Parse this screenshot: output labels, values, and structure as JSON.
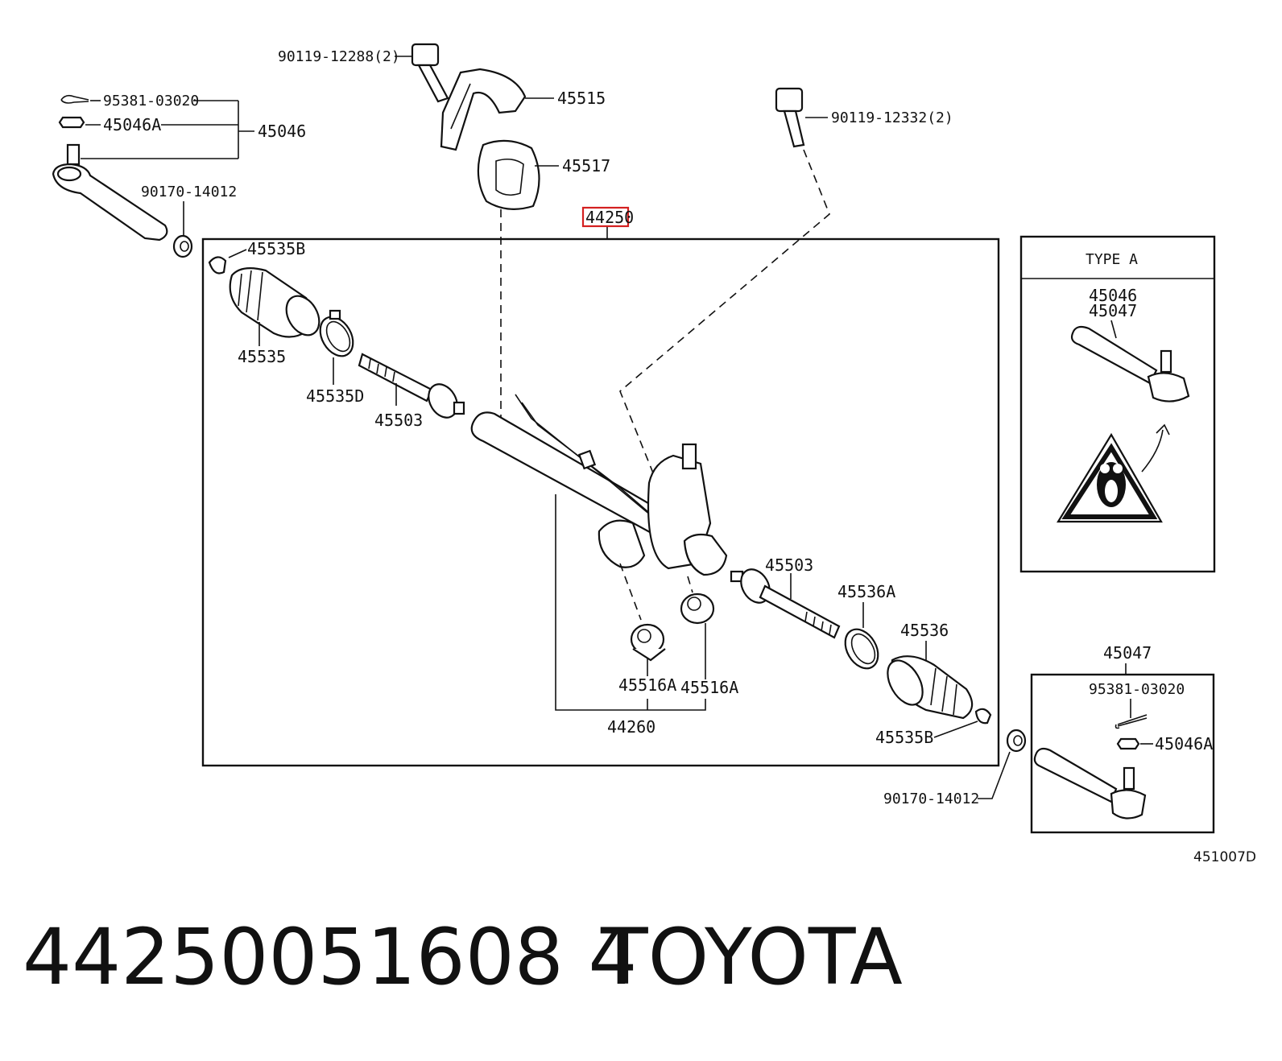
{
  "labels": {
    "bolt_top_left": "90119-12288(2)",
    "bracket": "45515",
    "cotter_pin_left": "95381-03020",
    "nut_left": "45046A",
    "tie_rod_end_group": "45046",
    "grommet": "45517",
    "bolt_top_right": "90119-12332(2)",
    "nut_lock_left": "90170-14012",
    "assembly_highlight": "44250",
    "boot_clamp_left_small": "45535B",
    "boot_left": "45535",
    "clamp_left": "45535D",
    "inner_tie_rod_left": "45503",
    "inner_tie_rod_right": "45503",
    "clamp_right": "45536A",
    "boot_right": "45536",
    "bushing_a": "45516A",
    "bushing_b": "45516A",
    "gear_assembly": "44260",
    "boot_clamp_right_small": "45535B",
    "nut_lock_right": "90170-14012",
    "tie_rod_end_right_group": "45047",
    "cotter_pin_right": "95381-03020",
    "nut_right": "45046A"
  },
  "type_a": {
    "title": "TYPE  A",
    "part_1": "45046",
    "part_2": "45047"
  },
  "diagram_code": "451007D",
  "footer": {
    "part_number": "44250051608 4",
    "brand": "TOYOTA"
  },
  "colors": {
    "highlight": "#d42020",
    "ink": "#111111"
  }
}
